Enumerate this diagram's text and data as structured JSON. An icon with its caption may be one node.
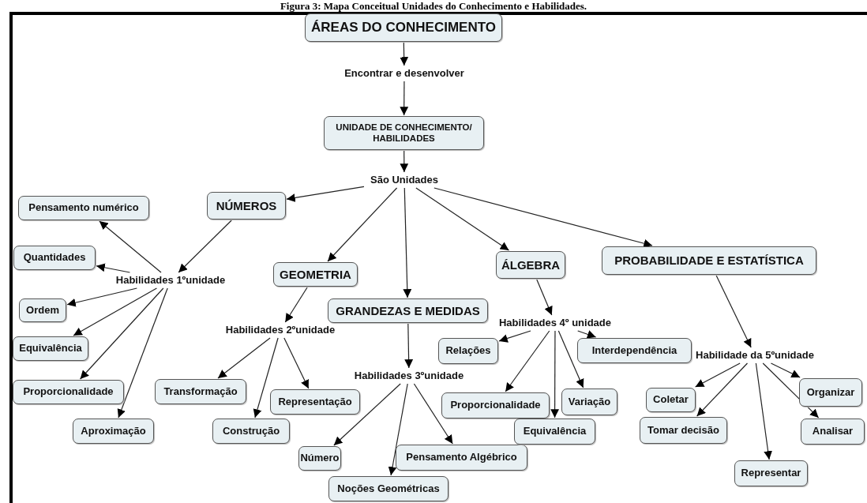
{
  "diagram": {
    "title": "Figura 3: Mapa Conceitual Unidades do Conhecimento e Habilidades.",
    "nodes": [
      {
        "text": [
          "ÁREAS DO CONHECIMENTO"
        ]
      },
      {
        "text": [
          "Encontrar e desenvolver"
        ]
      },
      {
        "text": [
          "UNIDADE DE CONHECIMENTO/ HABILIDADES"
        ]
      },
      {
        "text": [
          "São Unidades"
        ]
      },
      {
        "text": [
          "NÚMEROS"
        ]
      },
      {
        "text": [
          "Pensamento numérico"
        ]
      },
      {
        "text": [
          "Quantidades"
        ]
      },
      {
        "text": [
          "Habilidades 1ºunidade"
        ]
      },
      {
        "text": [
          "Ordem"
        ]
      },
      {
        "text": [
          "Equivalência"
        ]
      },
      {
        "text": [
          "Proporcionalidade"
        ]
      },
      {
        "text": [
          "Aproximação"
        ]
      },
      {
        "text": [
          "GEOMETRIA"
        ]
      },
      {
        "text": [
          "GRANDEZAS E MEDIDAS"
        ]
      },
      {
        "text": [
          "Habilidades 2ºunidade"
        ]
      },
      {
        "text": [
          "Transformação"
        ]
      },
      {
        "text": [
          "Representação"
        ]
      },
      {
        "text": [
          "Construção"
        ]
      },
      {
        "text": [
          "Habilidades 3ºunidade"
        ]
      },
      {
        "text": [
          "Número"
        ]
      },
      {
        "text": [
          "Noções Geométricas"
        ]
      },
      {
        "text": [
          "Pensamento Algébrico"
        ]
      },
      {
        "text": [
          "ÁLGEBRA"
        ]
      },
      {
        "text": [
          "PROBABILIDADE E ESTATÍSTICA"
        ]
      },
      {
        "text": [
          "Habilidades 4º unidade"
        ]
      },
      {
        "text": [
          "Relações"
        ]
      },
      {
        "text": [
          "Interdependência"
        ]
      },
      {
        "text": [
          "Proporcionalidade"
        ]
      },
      {
        "text": [
          "Variação"
        ]
      },
      {
        "text": [
          "Equivalência"
        ]
      },
      {
        "text": [
          "Habilidade da 5ºunidade"
        ]
      },
      {
        "text": [
          "Coletar"
        ]
      },
      {
        "text": [
          "Tomar decisão"
        ]
      },
      {
        "text": [
          "Organizar"
        ]
      },
      {
        "text": [
          "Analisar"
        ]
      },
      {
        "text": [
          "Representar"
        ]
      }
    ],
    "edges": [
      {
        "from": 0,
        "to": 1,
        "arrow": "to"
      },
      {
        "from": 1,
        "to": 2,
        "arrow": "to"
      },
      {
        "from": 2,
        "to": 3,
        "arrow": "to"
      },
      {
        "from": 3,
        "to": 4,
        "arrow": "to"
      },
      {
        "from": 3,
        "to": 12,
        "arrow": "to"
      },
      {
        "from": 3,
        "to": 13,
        "arrow": "to"
      },
      {
        "from": 3,
        "to": 22,
        "arrow": "to"
      },
      {
        "from": 3,
        "to": 23,
        "arrow": "to"
      },
      {
        "from": 4,
        "to": 7,
        "arrow": "to"
      },
      {
        "from": 7,
        "to": 5,
        "arrow": "to"
      },
      {
        "from": 7,
        "to": 6,
        "arrow": "to"
      },
      {
        "from": 7,
        "to": 8,
        "arrow": "to"
      },
      {
        "from": 7,
        "to": 9,
        "arrow": "to"
      },
      {
        "from": 7,
        "to": 10,
        "arrow": "to"
      },
      {
        "from": 7,
        "to": 11,
        "arrow": "to"
      },
      {
        "from": 12,
        "to": 14,
        "arrow": "to"
      },
      {
        "from": 14,
        "to": 15,
        "arrow": "to"
      },
      {
        "from": 14,
        "to": 16,
        "arrow": "to"
      },
      {
        "from": 14,
        "to": 17,
        "arrow": "to"
      },
      {
        "from": 13,
        "to": 18,
        "arrow": "to"
      },
      {
        "from": 18,
        "to": 19,
        "arrow": "to"
      },
      {
        "from": 18,
        "to": 20,
        "arrow": "to"
      },
      {
        "from": 18,
        "to": 21,
        "arrow": "to"
      },
      {
        "from": 22,
        "to": 24,
        "arrow": "to"
      },
      {
        "from": 24,
        "to": 25,
        "arrow": "to"
      },
      {
        "from": 24,
        "to": 26,
        "arrow": "to"
      },
      {
        "from": 24,
        "to": 27,
        "arrow": "to"
      },
      {
        "from": 24,
        "to": 28,
        "arrow": "to"
      },
      {
        "from": 24,
        "to": 29,
        "arrow": "to"
      },
      {
        "from": 23,
        "to": 30,
        "arrow": "to"
      },
      {
        "from": 30,
        "to": 31,
        "arrow": "to"
      },
      {
        "from": 30,
        "to": 32,
        "arrow": "to"
      },
      {
        "from": 30,
        "to": 33,
        "arrow": "to"
      },
      {
        "from": 30,
        "to": 34,
        "arrow": "to"
      },
      {
        "from": 30,
        "to": 35,
        "arrow": "to"
      }
    ]
  }
}
